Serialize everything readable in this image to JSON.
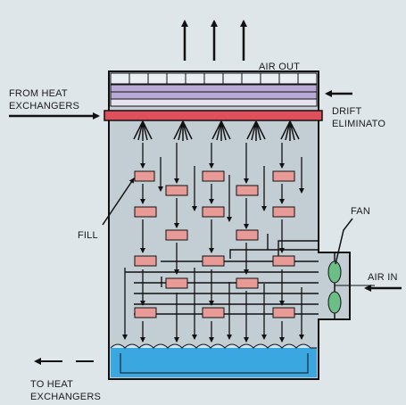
{
  "labels": {
    "air_out": "AIR OUT",
    "from_heat_1": "FROM HEAT",
    "from_heat_2": "EXCHANGERS",
    "drift_1": "DRIFT",
    "drift_2": "ELIMINATO",
    "fill": "FILL",
    "fan": "FAN",
    "air_in": "AIR IN",
    "to_heat_1": "TO HEAT",
    "to_heat_2": "EXCHANGERS"
  },
  "colors": {
    "background": "#dfe6ea",
    "tower_body": "#c3cdd4",
    "drift_eliminator": "#b8a9d6",
    "distribution_header": "#e0505a",
    "fill_block": "#e89a96",
    "water_basin": "#3aa7e0",
    "fan": "#6bbf86",
    "line": "#111111"
  }
}
